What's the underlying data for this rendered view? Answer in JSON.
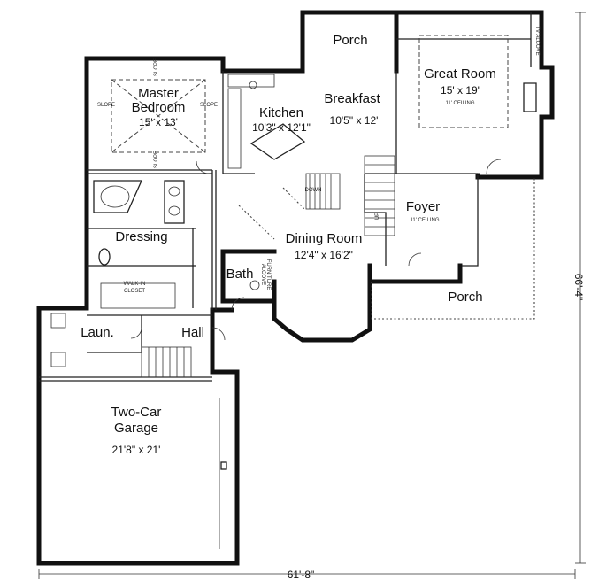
{
  "rooms": {
    "porch_top": {
      "name": "Porch"
    },
    "great_room": {
      "name": "Great Room",
      "size": "15' x 19'",
      "note": "11' CEILING"
    },
    "tv_alcove": {
      "name": "TV ALCOVE"
    },
    "master_bedroom": {
      "name_line1": "Master",
      "name_line2": "Bedroom",
      "size": "15' x 13'"
    },
    "kitchen": {
      "name": "Kitchen",
      "size": "10'3\" x 12'1\""
    },
    "breakfast": {
      "name": "Breakfast",
      "size": "10'5\" x 12'"
    },
    "foyer": {
      "name": "Foyer",
      "note": "11' CEILING"
    },
    "dressing": {
      "name": "Dressing"
    },
    "dining_room": {
      "name": "Dining Room",
      "size": "12'4\" x 16'2\""
    },
    "furniture_alcove": {
      "name_line1": "FURNITURE",
      "name_line2": "ALCOVE"
    },
    "walk_in_closet": {
      "name_line1": "WALK-IN",
      "name_line2": "CLOSET"
    },
    "bath": {
      "name": "Bath"
    },
    "porch_front": {
      "name": "Porch"
    },
    "laundry": {
      "name": "Laun."
    },
    "hall": {
      "name": "Hall"
    },
    "garage": {
      "name_line1": "Two-Car",
      "name_line2": "Garage",
      "size": "21'8\" x 21'"
    }
  },
  "annotations": {
    "slope": "SLOPE",
    "down": "DOWN",
    "up": "UP"
  },
  "dimensions": {
    "overall_width": "61'-8\"",
    "overall_depth": "66'-4\""
  }
}
